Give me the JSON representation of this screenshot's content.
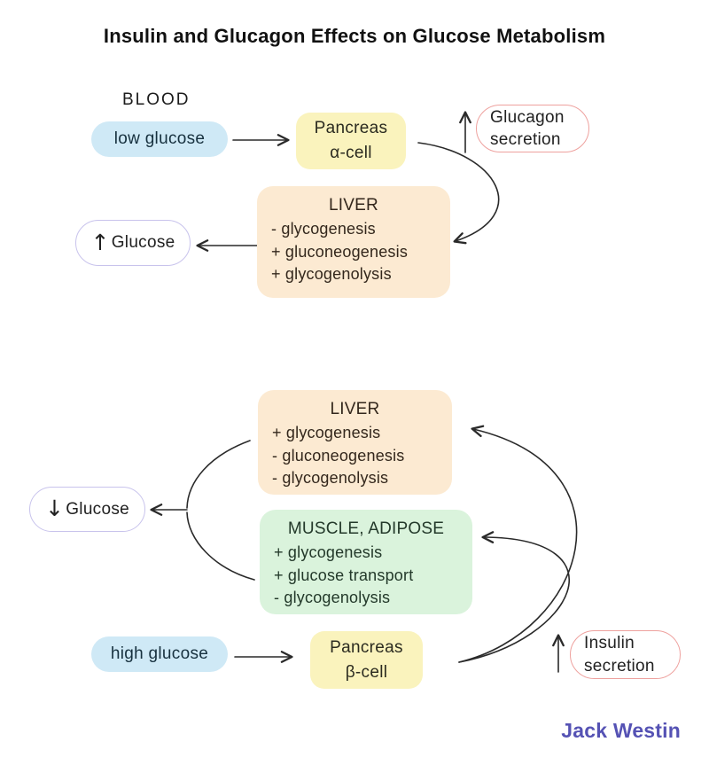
{
  "title": "Insulin and Glucagon Effects on Glucose Metabolism",
  "brand": "Jack Westin",
  "colors": {
    "blue_fill": "#cfe9f6",
    "yellow_fill": "#faf3bd",
    "peach_fill": "#fcead2",
    "green_fill": "#daf3dc",
    "lavender_border": "#c8c3ec",
    "red_border": "#eea19e",
    "brand_text": "#5552b4",
    "line": "#2a2a2a"
  },
  "glucagon_loop": {
    "blood_label": "BLOOD",
    "trigger": "low glucose",
    "pancreas": {
      "organ": "Pancreas",
      "cell": "α-cell"
    },
    "hormone": {
      "arrow": "↑",
      "name": "Glucagon",
      "action": "secretion"
    },
    "liver": {
      "name": "LIVER",
      "effects": [
        "- glycogenesis",
        "+ gluconeogenesis",
        "+ glycogenolysis"
      ]
    },
    "outcome": {
      "arrow": "↑",
      "label": "Glucose"
    }
  },
  "insulin_loop": {
    "liver": {
      "name": "LIVER",
      "effects": [
        "+ glycogenesis",
        "- gluconeogenesis",
        "- glycogenolysis"
      ]
    },
    "muscle": {
      "name": "MUSCLE, ADIPOSE",
      "effects": [
        "+ glycogenesis",
        "+ glucose transport",
        "- glycogenolysis"
      ]
    },
    "outcome": {
      "arrow": "↓",
      "label": "Glucose"
    },
    "trigger": "high glucose",
    "pancreas": {
      "organ": "Pancreas",
      "cell": "β-cell"
    },
    "hormone": {
      "arrow": "↑",
      "name": "Insulin",
      "action": "secretion"
    }
  }
}
